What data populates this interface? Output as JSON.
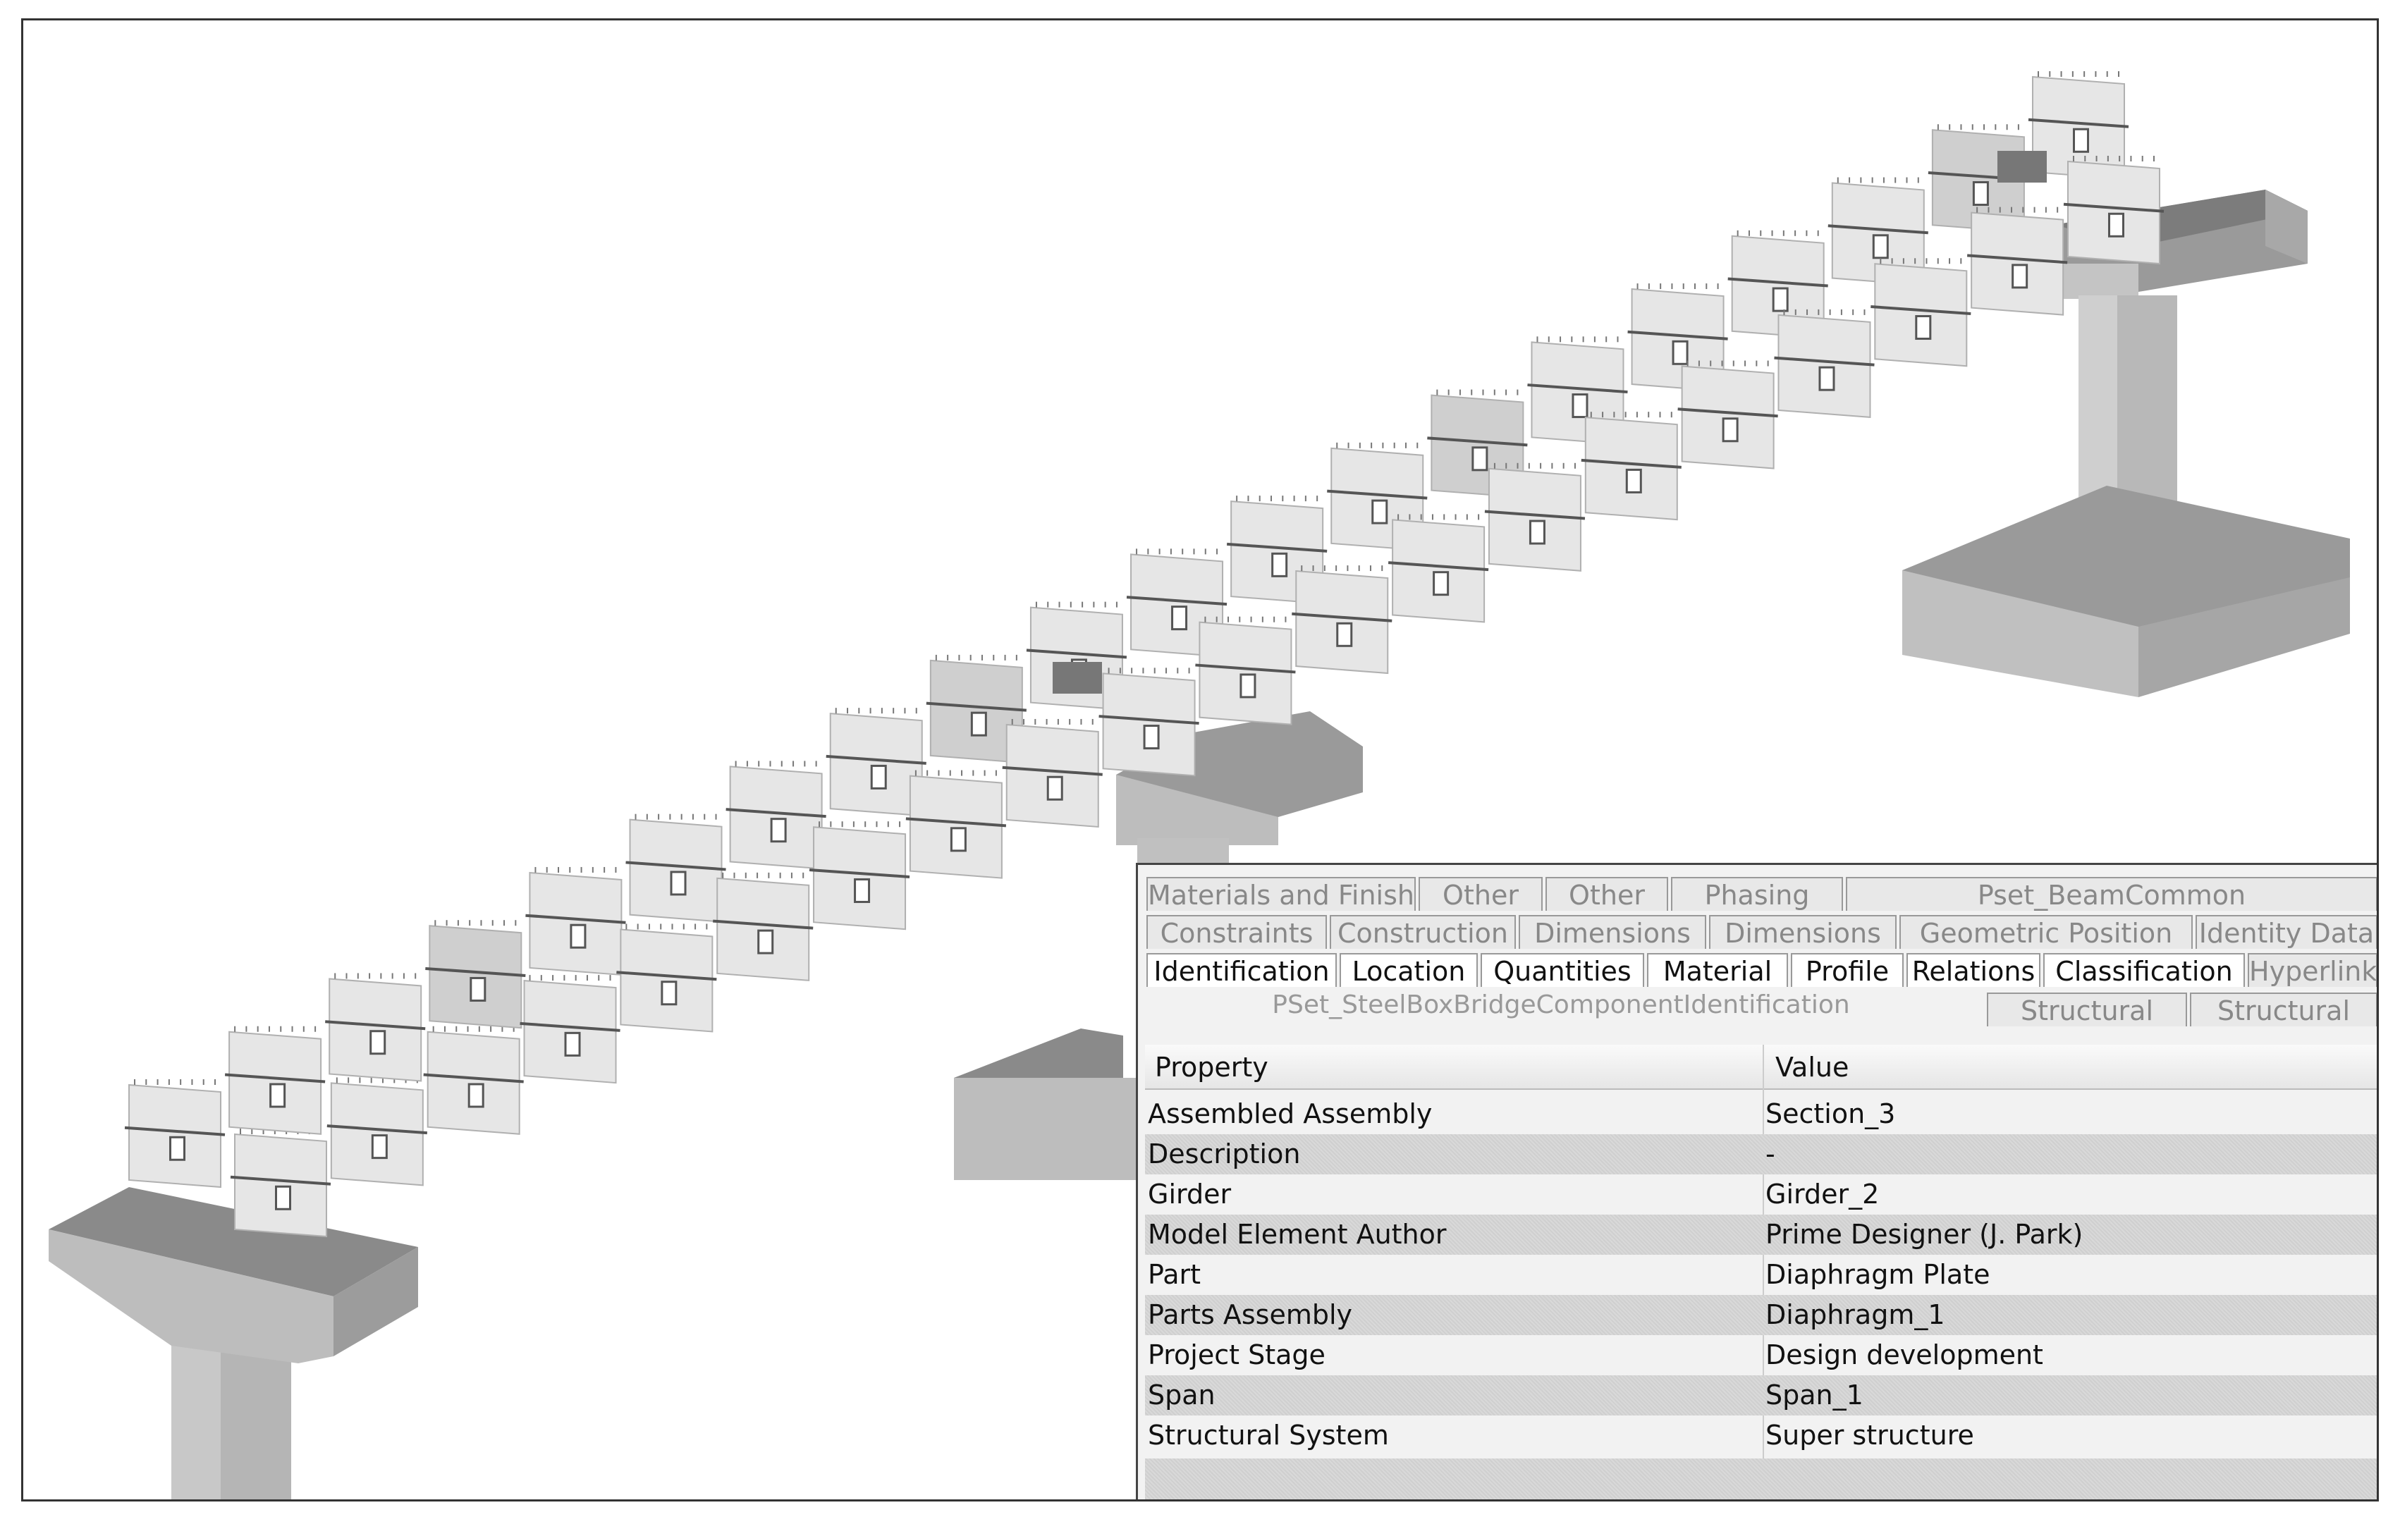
{
  "tabs": {
    "row1": [
      "Materials and Finishes",
      "Other",
      "Other",
      "Phasing",
      "Pset_BeamCommon"
    ],
    "row2": [
      "Constraints",
      "Construction",
      "Dimensions",
      "Dimensions",
      "Geometric Position",
      "Identity Data"
    ],
    "row3": [
      "Identification",
      "Location",
      "Quantities",
      "Material",
      "Profile",
      "Relations",
      "Classification",
      "Hyperlinks"
    ],
    "row4": [
      "Structural",
      "Structural"
    ]
  },
  "pset_title": "PSet_SteelBoxBridgeComponentIdentification",
  "table": {
    "headers": [
      "Property",
      "Value"
    ],
    "rows": [
      {
        "property": "Assembled Assembly",
        "value": "Section_3"
      },
      {
        "property": "Description",
        "value": "-"
      },
      {
        "property": "Girder",
        "value": "Girder_2"
      },
      {
        "property": "Model Element Author",
        "value": "Prime Designer (J. Park)"
      },
      {
        "property": "Part",
        "value": "Diaphragm Plate"
      },
      {
        "property": "Parts Assembly",
        "value": "Diaphragm_1"
      },
      {
        "property": "Project Stage",
        "value": "Design development"
      },
      {
        "property": "Span",
        "value": "Span_1"
      },
      {
        "property": "Structural System",
        "value": "Super structure"
      }
    ]
  }
}
